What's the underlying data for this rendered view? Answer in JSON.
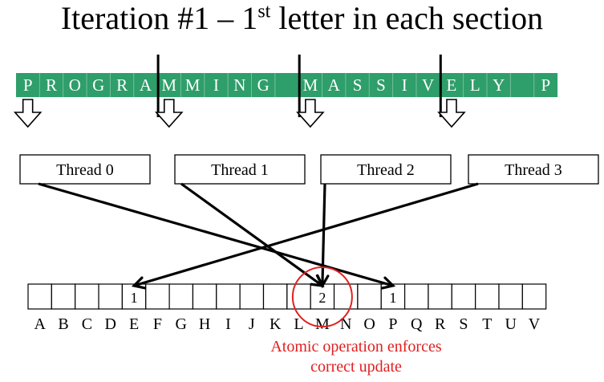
{
  "title": {
    "prefix": "Iteration #1 – 1",
    "superscript": "st",
    "suffix": " letter in each section"
  },
  "input_string": {
    "letters": [
      "P",
      "R",
      "O",
      "G",
      "R",
      "A",
      "M",
      "M",
      "I",
      "N",
      "G",
      " ",
      "M",
      "A",
      "S",
      "S",
      "I",
      "V",
      "E",
      "L",
      "Y",
      " ",
      "P"
    ],
    "section_start_indices": [
      0,
      6,
      12,
      18
    ]
  },
  "threads": [
    {
      "label": "Thread 0",
      "letter": "P"
    },
    {
      "label": "Thread 1",
      "letter": "M"
    },
    {
      "label": "Thread 2",
      "letter": "M"
    },
    {
      "label": "Thread 3",
      "letter": "E"
    }
  ],
  "histogram": {
    "bins": [
      {
        "letter": "A",
        "count": ""
      },
      {
        "letter": "B",
        "count": ""
      },
      {
        "letter": "C",
        "count": ""
      },
      {
        "letter": "D",
        "count": ""
      },
      {
        "letter": "E",
        "count": "1"
      },
      {
        "letter": "F",
        "count": ""
      },
      {
        "letter": "G",
        "count": ""
      },
      {
        "letter": "H",
        "count": ""
      },
      {
        "letter": "I",
        "count": ""
      },
      {
        "letter": "J",
        "count": ""
      },
      {
        "letter": "K",
        "count": ""
      },
      {
        "letter": "L",
        "count": ""
      },
      {
        "letter": "M",
        "count": "2"
      },
      {
        "letter": "N",
        "count": ""
      },
      {
        "letter": "O",
        "count": ""
      },
      {
        "letter": "P",
        "count": "1"
      },
      {
        "letter": "Q",
        "count": ""
      },
      {
        "letter": "R",
        "count": ""
      },
      {
        "letter": "S",
        "count": ""
      },
      {
        "letter": "T",
        "count": ""
      },
      {
        "letter": "U",
        "count": ""
      },
      {
        "letter": "V",
        "count": ""
      }
    ]
  },
  "annotation": {
    "lines": [
      "Atomic operation enforces",
      "correct update"
    ],
    "highlighted_letter": "M"
  },
  "colors": {
    "strip_fill": "#2e9e6a",
    "strip_text": "#ffffff",
    "annotation": "#e02020",
    "stroke": "#000000"
  }
}
